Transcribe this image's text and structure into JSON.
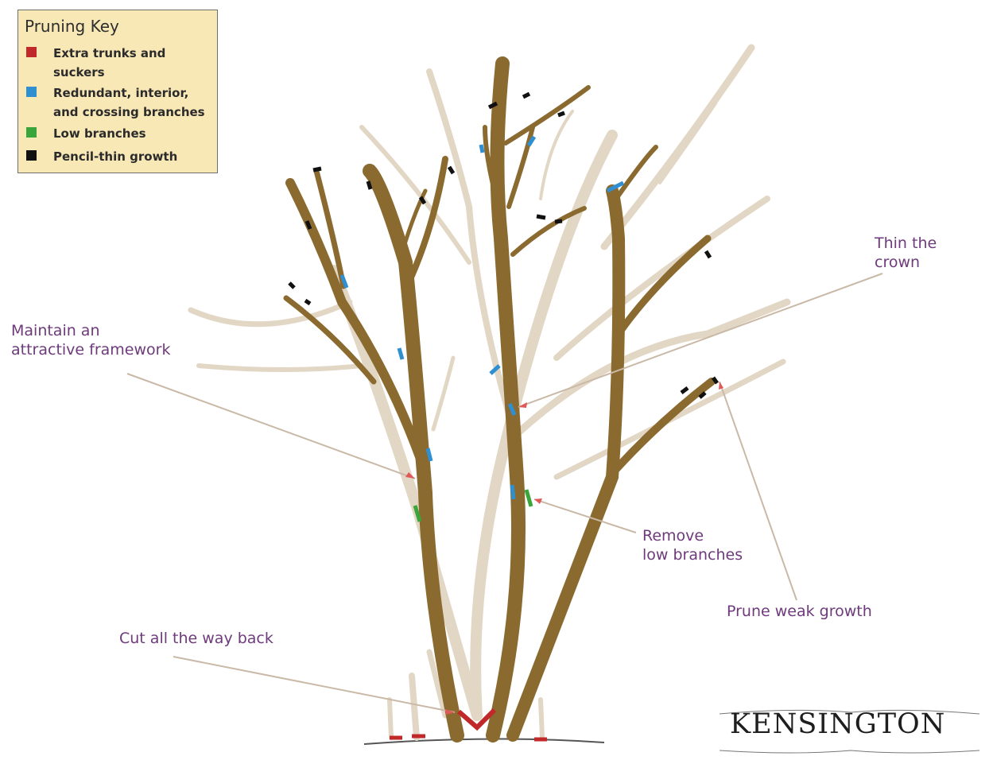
{
  "legend": {
    "title": "Pruning Key",
    "items": [
      {
        "label_line1": "Extra trunks and",
        "label_line2": "suckers",
        "color": "#c0282a"
      },
      {
        "label_line1": "Redundant, interior,",
        "label_line2": "and crossing branches",
        "color": "#2f8fd0"
      },
      {
        "label_line1": "Low branches",
        "label_line2": "",
        "color": "#3aa53a"
      },
      {
        "label_line1": "Pencil-thin growth",
        "label_line2": "",
        "color": "#111111"
      }
    ]
  },
  "callouts": {
    "framework_line1": "Maintain an",
    "framework_line2": "attractive framework",
    "crown_line1": "Thin the",
    "crown_line2": "crown",
    "low_line1": "Remove",
    "low_line2": "low branches",
    "weak": "Prune weak growth",
    "cut": "Cut all the way back"
  },
  "brand": {
    "name": "KENSINGTON"
  },
  "colors": {
    "kept_wood": "#8b6a30",
    "removed_wood": "#e2d7c5",
    "callout_text": "#6e3a7c",
    "legend_bg": "#f8e8b6"
  }
}
